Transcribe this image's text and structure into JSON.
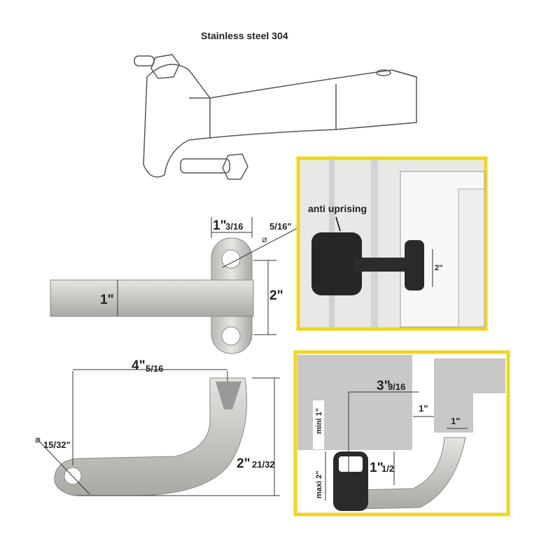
{
  "title": "Stainless steel 304",
  "colors": {
    "frame": "#f2d422",
    "part": "#c9c9c4",
    "dark_part": "#2a2a2a",
    "wall": "#c8c8c6"
  },
  "photo_panel": {
    "callout": "anti uprising",
    "height_dim": "2\""
  },
  "front_view": {
    "hole_spacing_whole": "1\"",
    "hole_spacing_frac": "3/16",
    "hole_diameter": "5/16\"",
    "bar_height": "1\"",
    "plate_height": "2\""
  },
  "side_view": {
    "length_whole": "4\"",
    "length_frac": "5/16",
    "hole_diameter": "15/32\"",
    "height_whole": "2\"",
    "height_frac": "21/32"
  },
  "install_panel": {
    "offset_whole": "3\"",
    "offset_frac": "9/16",
    "gap": "1\"",
    "tip_width": "1\"",
    "min_label": "mini 1\"",
    "max_label": "maxi 2\"",
    "drop_whole": "1\"",
    "drop_frac": "1/2"
  }
}
